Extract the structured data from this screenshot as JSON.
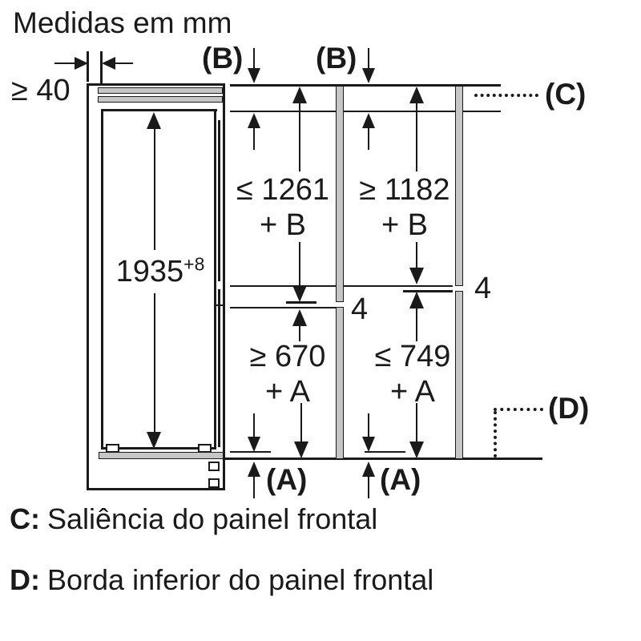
{
  "title": "Medidas em mm",
  "markers": {
    "b": "(B)",
    "c": "(C)",
    "d": "(D)",
    "a": "(A)"
  },
  "dims": {
    "gap_top": "≥ 40",
    "height": {
      "value": "1935",
      "tolerance": "+8"
    },
    "upper_left": {
      "value": "≤ 1261",
      "plus": "+ B"
    },
    "upper_right": {
      "value": "≥ 1182",
      "plus": "+ B"
    },
    "lower_left": {
      "value": "≥ 670",
      "plus": "+ A"
    },
    "lower_right": {
      "value": "≤ 749",
      "plus": "+ A"
    },
    "panel_gap_left": "4",
    "panel_gap_right": "4"
  },
  "legend": [
    {
      "key": "C:",
      "text": "Saliência do painel frontal"
    },
    {
      "key": "D:",
      "text": "Borda inferior do painel frontal"
    }
  ],
  "colors": {
    "line": "#1a1a1a",
    "panel_fill": "#c6c6c6",
    "background": "#ffffff"
  }
}
